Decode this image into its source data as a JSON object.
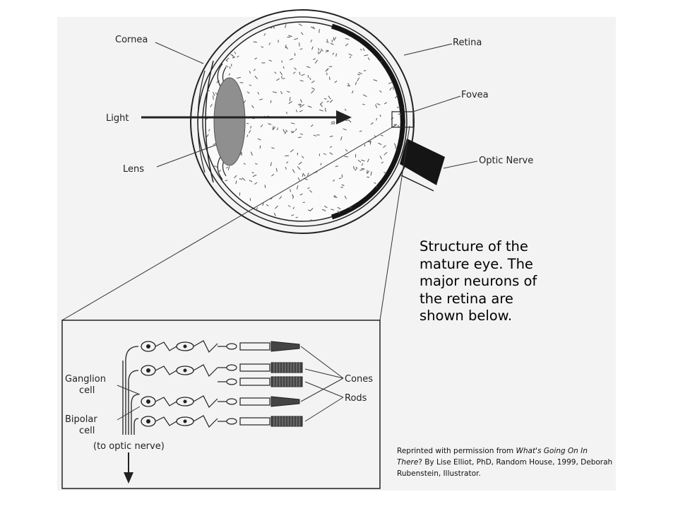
{
  "labels": {
    "cornea": "Cornea",
    "retina": "Retina",
    "fovea": "Fovea",
    "light": "Light",
    "optic_nerve": "Optic Nerve",
    "lens": "Lens",
    "ganglion_line1": "Ganglion",
    "ganglion_line2": "cell",
    "bipolar_line1": "Bipolar",
    "bipolar_line2": "cell",
    "cones": "Cones",
    "rods": "Rods",
    "to_optic_nerve": "(to optic nerve)"
  },
  "caption": "Structure of the mature eye. The major neurons of the retina are shown below.",
  "credit": {
    "prefix": "Reprinted with permission from ",
    "title": "What's Going On In There",
    "suffix": "? By Lise Elliot, PhD, Random House, 1999, Deborah Rubenstein, Illustrator."
  },
  "colors": {
    "plate": "#f3f3f3",
    "ink": "#222222",
    "lens": "#8f8f8f",
    "retina": "#151515"
  }
}
